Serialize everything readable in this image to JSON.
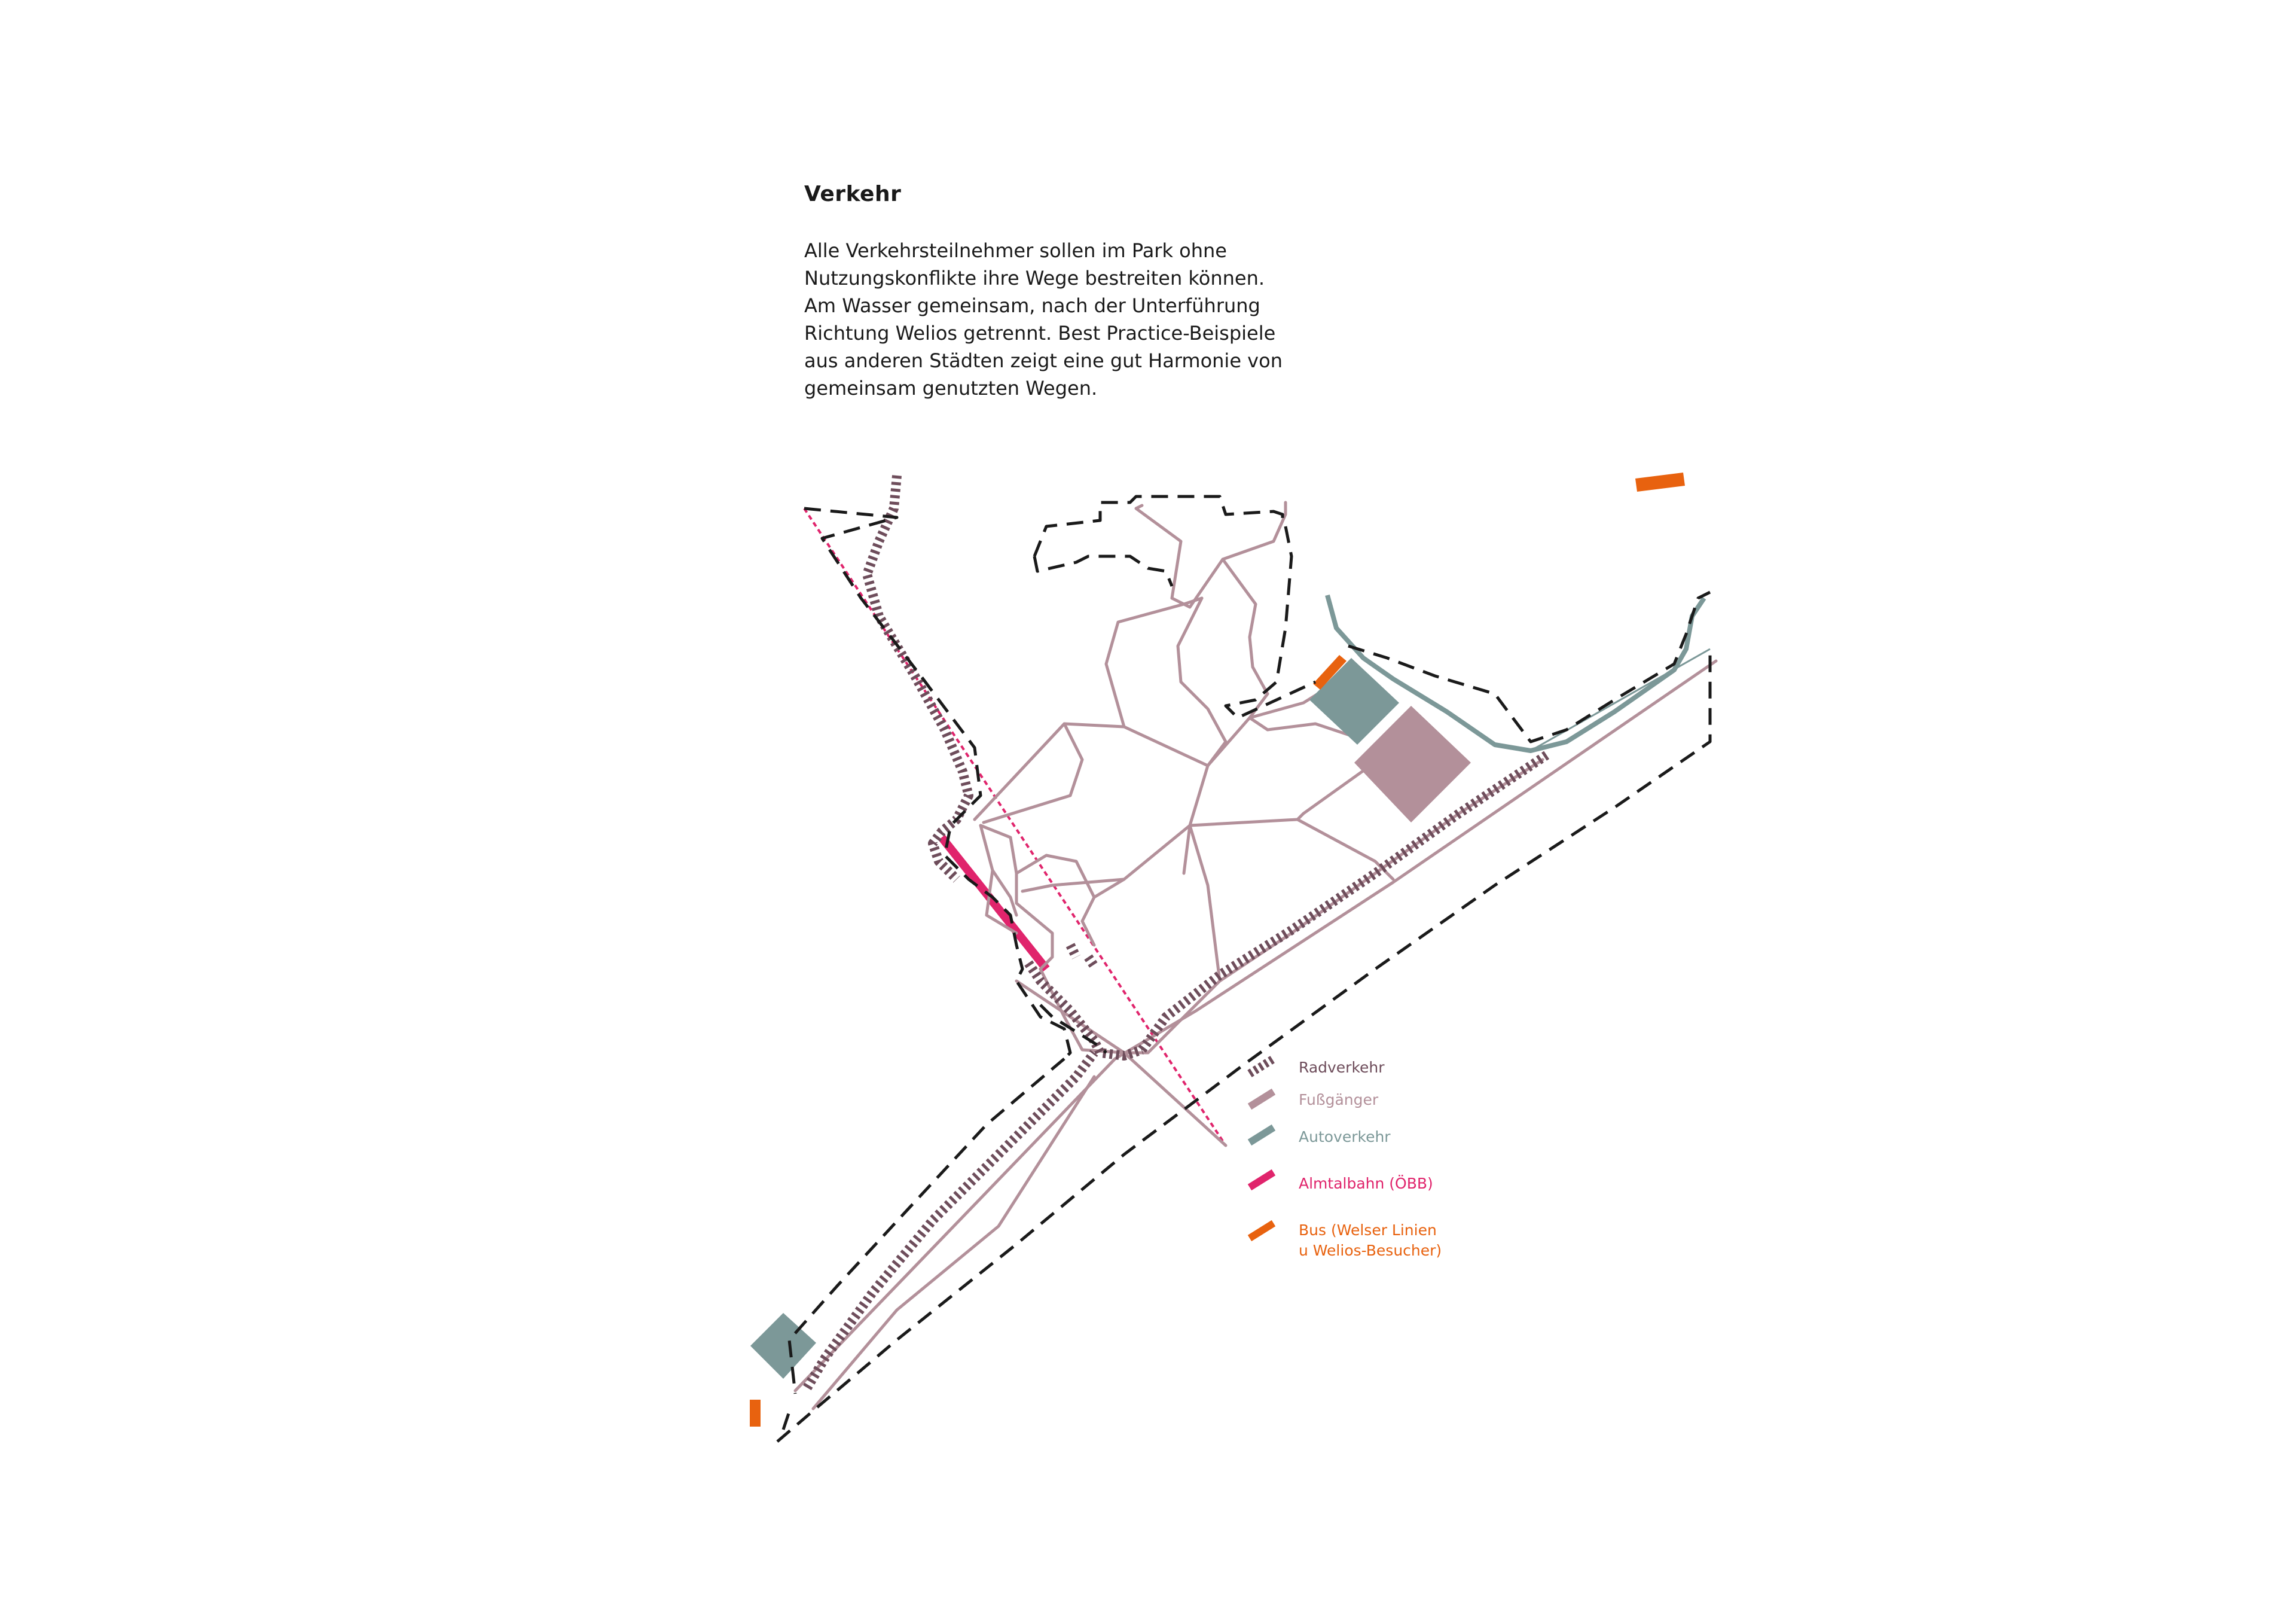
{
  "title": "Verkehr",
  "description_lines": [
    "Alle Verkehrsteilnehmer sollen im Park ohne",
    "Nutzungskonflikte ihre Wege bestreiten können.",
    "Am Wasser gemeinsam, nach der Unterführung",
    "Richtung Welios getrennt. Best Practice-Beispiele",
    "aus anderen Städten zeigt eine gut Harmonie von",
    "gemeinsam genutzten Wegen."
  ],
  "legend": {
    "items": [
      {
        "label": "Radverkehr",
        "color": "#6e4d5b",
        "icon": "dashed-bike-line-icon"
      },
      {
        "label": "Fußgänger",
        "color": "#b3909a",
        "icon": "pedestrian-line-icon"
      },
      {
        "label": "Autoverkehr",
        "color": "#7c9898",
        "icon": "car-line-icon"
      },
      {
        "label": "Almtalbahn (ÖBB)",
        "color": "#e0246c",
        "icon": "rail-line-icon"
      },
      {
        "label": "Bus (Welser Linien",
        "label2": "u Welios-Besucher)",
        "color": "#e8620f",
        "icon": "bus-line-icon"
      }
    ]
  },
  "colors": {
    "boundary": "#1a1a1a",
    "bike": "#6e4d5b",
    "pedestrian": "#b3909a",
    "car": "#7c9898",
    "rail": "#e0246c",
    "bus": "#e8620f"
  }
}
